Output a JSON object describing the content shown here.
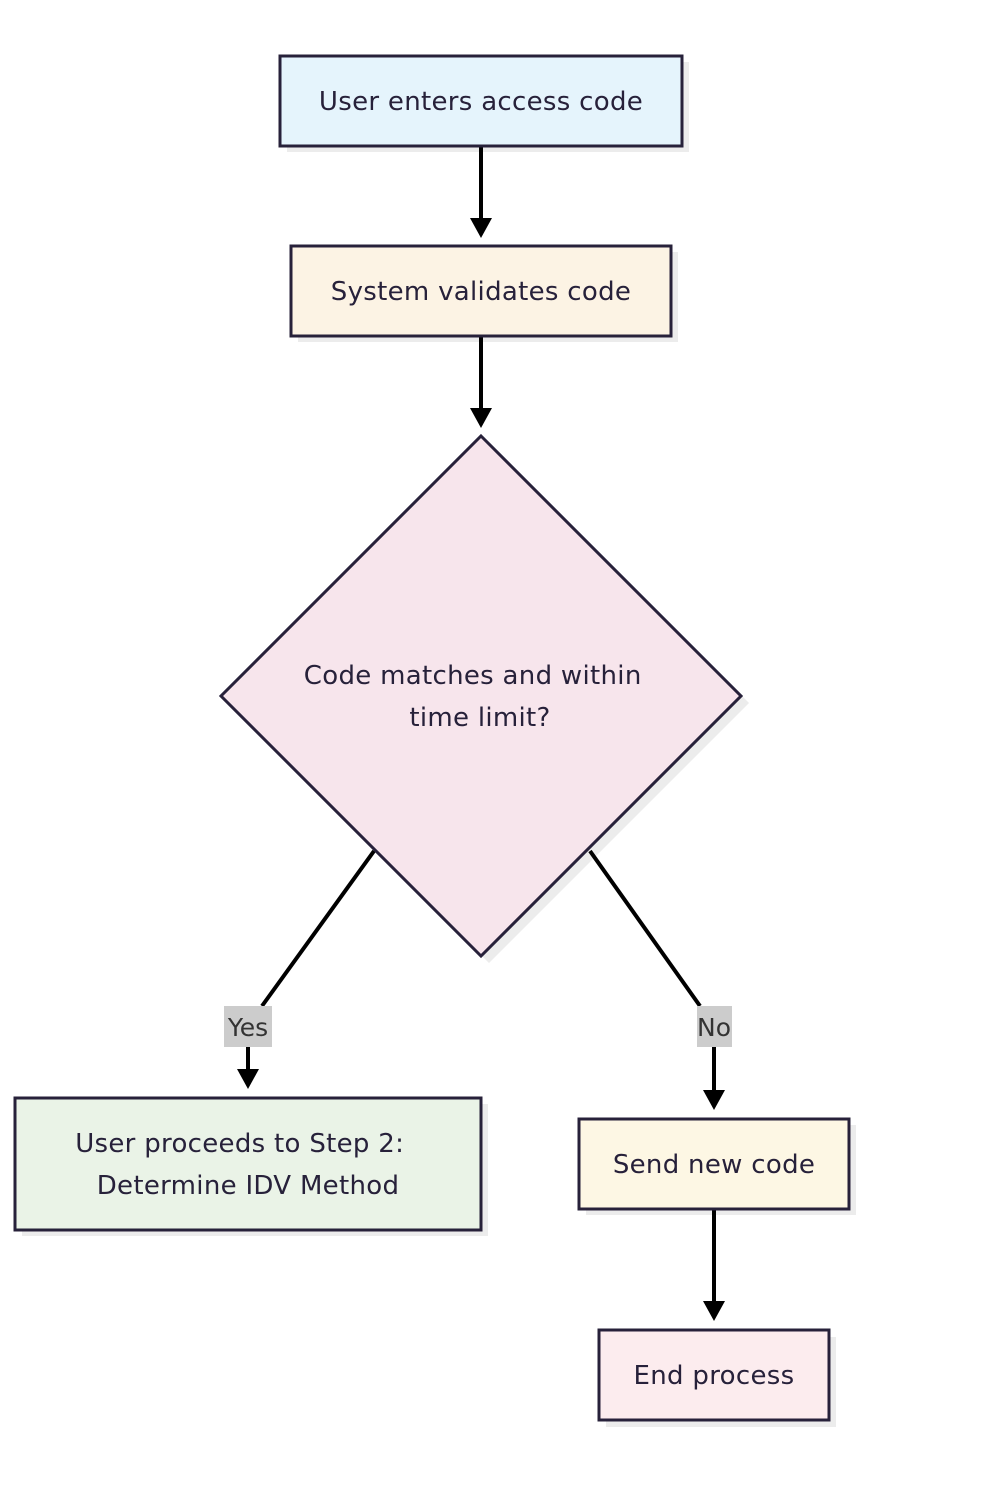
{
  "nodes": {
    "start": {
      "label": "User enters access code",
      "fill": "#e5f4fc"
    },
    "validate": {
      "label": "System validates code",
      "fill": "#fcf3e4"
    },
    "decision": {
      "lines": [
        "Code matches and within",
        "time limit?"
      ],
      "fill": "#f7e5ec"
    },
    "proceed": {
      "lines": [
        "User proceeds to Step 2:",
        "Determine IDV Method"
      ],
      "fill": "#eaf3e7"
    },
    "send_code": {
      "label": "Send new code",
      "fill": "#fdf7e4"
    },
    "end": {
      "label": "End process",
      "fill": "#fcecee"
    }
  },
  "edges": {
    "yes_label": "Yes",
    "no_label": "No"
  },
  "colors": {
    "stroke": "#27213a",
    "shadow": "#ececec",
    "arrow": "#000000",
    "label_bg": "#cccccc"
  }
}
